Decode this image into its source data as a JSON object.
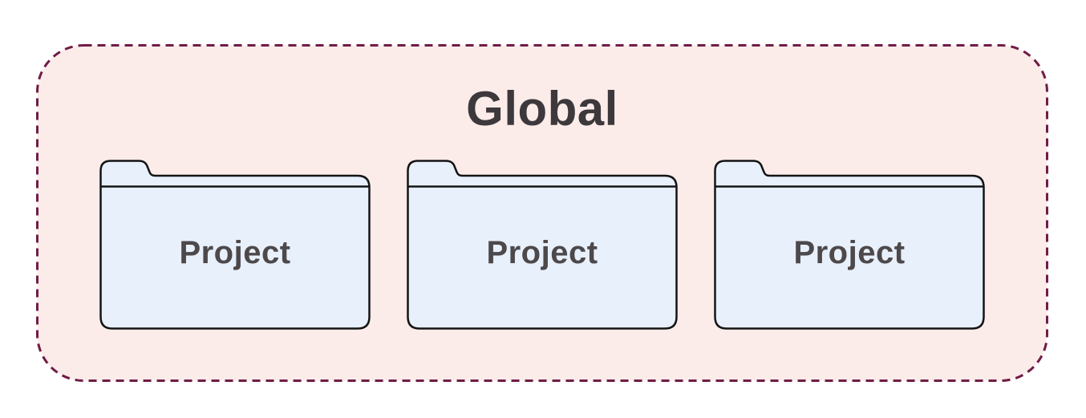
{
  "diagram": {
    "group_label": "Global",
    "folders": [
      {
        "label": "Project"
      },
      {
        "label": "Project"
      },
      {
        "label": "Project"
      }
    ]
  },
  "icons": {
    "folder_shape": "folder-icon",
    "group_outline": "dashed-rounded-rectangle"
  },
  "colors": {
    "page_bg": "#FFFFFF",
    "global_bg": "#FBECEA",
    "global_border": "#701C45",
    "title_color": "#3D383B",
    "folder_fill": "#E8F0FC",
    "folder_border": "#141414",
    "label_color": "#4D494B"
  }
}
